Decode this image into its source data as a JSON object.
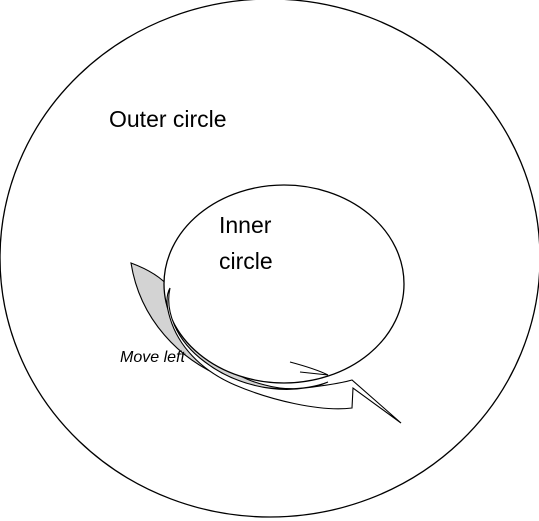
{
  "labels": {
    "outer": "Outer circle",
    "inner_line1": "Inner",
    "inner_line2": "circle",
    "move": "Move left"
  },
  "colors": {
    "stroke": "#000000",
    "background": "#ffffff",
    "shadow_fill": "#d3d3d3"
  }
}
